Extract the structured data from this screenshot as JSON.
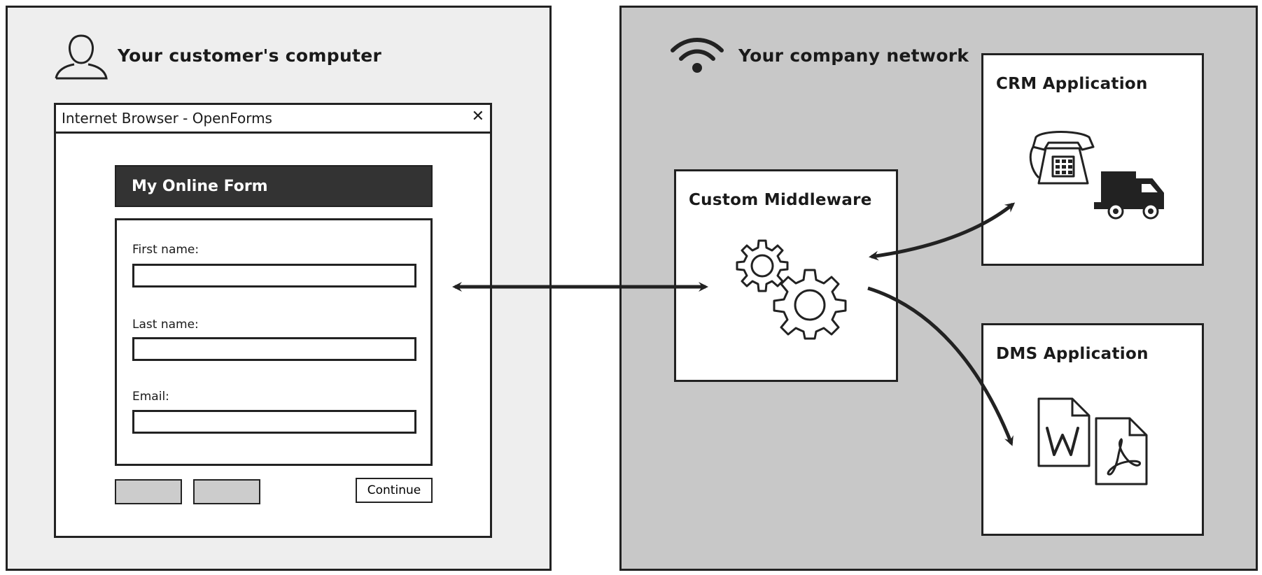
{
  "customer_zone": {
    "title": "Your customer's computer"
  },
  "browser": {
    "title": "Internet Browser - OpenForms",
    "close_symbol": "✕",
    "form": {
      "title": "My Online Form",
      "fields": [
        {
          "label": "First name:",
          "value": ""
        },
        {
          "label": "Last name:",
          "value": ""
        },
        {
          "label": "Email:",
          "value": ""
        }
      ],
      "buttons": {
        "button_1": "",
        "button_2": "",
        "continue": "Continue"
      }
    }
  },
  "network_zone": {
    "title": "Your company network"
  },
  "middleware": {
    "title": "Custom Middleware",
    "icon": "gears-icon"
  },
  "crm": {
    "title": "CRM Application",
    "icons": [
      "telephone-icon",
      "truck-icon"
    ]
  },
  "dms": {
    "title": "DMS Application",
    "icons": [
      "word-document-icon",
      "pdf-document-icon"
    ]
  },
  "colors": {
    "left_panel": "#eeeeee",
    "right_panel": "#c8c8c8",
    "stroke": "#222222",
    "form_header": "#333333"
  }
}
